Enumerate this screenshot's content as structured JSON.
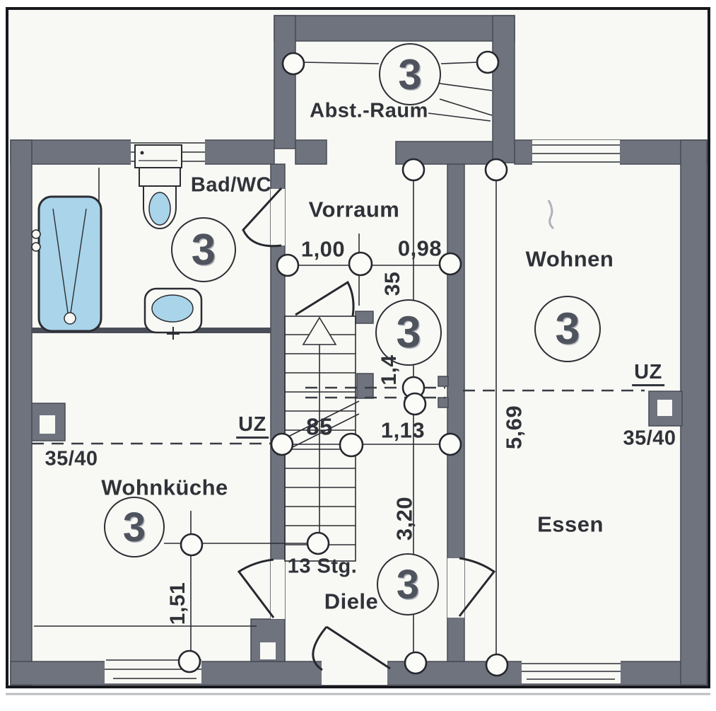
{
  "unit": {
    "number": "3"
  },
  "rooms": {
    "abstellraum": {
      "label": "Abst.-Raum"
    },
    "bad_wc": {
      "label": "Bad/WC"
    },
    "vorraum": {
      "label": "Vorraum"
    },
    "wohnen": {
      "label": "Wohnen"
    },
    "wohnkueche": {
      "label": "Wohnküche"
    },
    "essen": {
      "label": "Essen"
    },
    "diele": {
      "label": "Diele"
    }
  },
  "stairs": {
    "label": "13 Stg.",
    "width_label": "85"
  },
  "dimensions": {
    "vorraum_left": "1,00",
    "vorraum_right": "0,98",
    "vorraum_depth_lower": "1,4",
    "vorraum_depth_upper": "35",
    "hall_opening": "1,13",
    "living_depth": "5,69",
    "hall_depth": "3,20",
    "kitchen_axis": "1,51"
  },
  "beams": {
    "left_label": "UZ",
    "left_size": "35/40",
    "right_label": "UZ",
    "right_size": "35/40"
  },
  "colors": {
    "wall": "#6f737e",
    "fixture_fill": "#a9d4e9",
    "line": "#2b2d33",
    "paper": "#f8f8f4"
  }
}
